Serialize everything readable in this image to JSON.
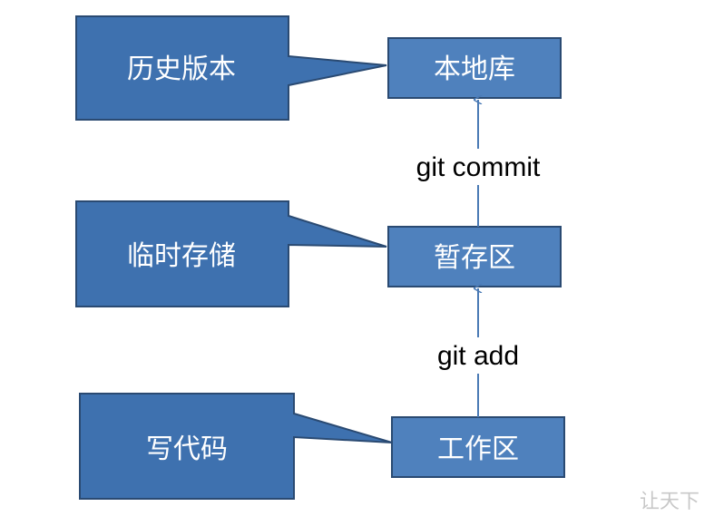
{
  "colors": {
    "box_fill": "#4f81bd",
    "box_stroke": "#2a4a72",
    "callout_fill": "#3e71af",
    "arrow": "#4a7ab5",
    "text_on_box": "#ffffff",
    "edge_label": "#000000"
  },
  "nodes": {
    "local_repo": "本地库",
    "staging": "暂存区",
    "working": "工作区"
  },
  "callouts": {
    "history": "历史版本",
    "temp": "临时存储",
    "code": "写代码"
  },
  "edges": {
    "commit": "git commit",
    "add": "git add"
  },
  "watermark": "让天下"
}
